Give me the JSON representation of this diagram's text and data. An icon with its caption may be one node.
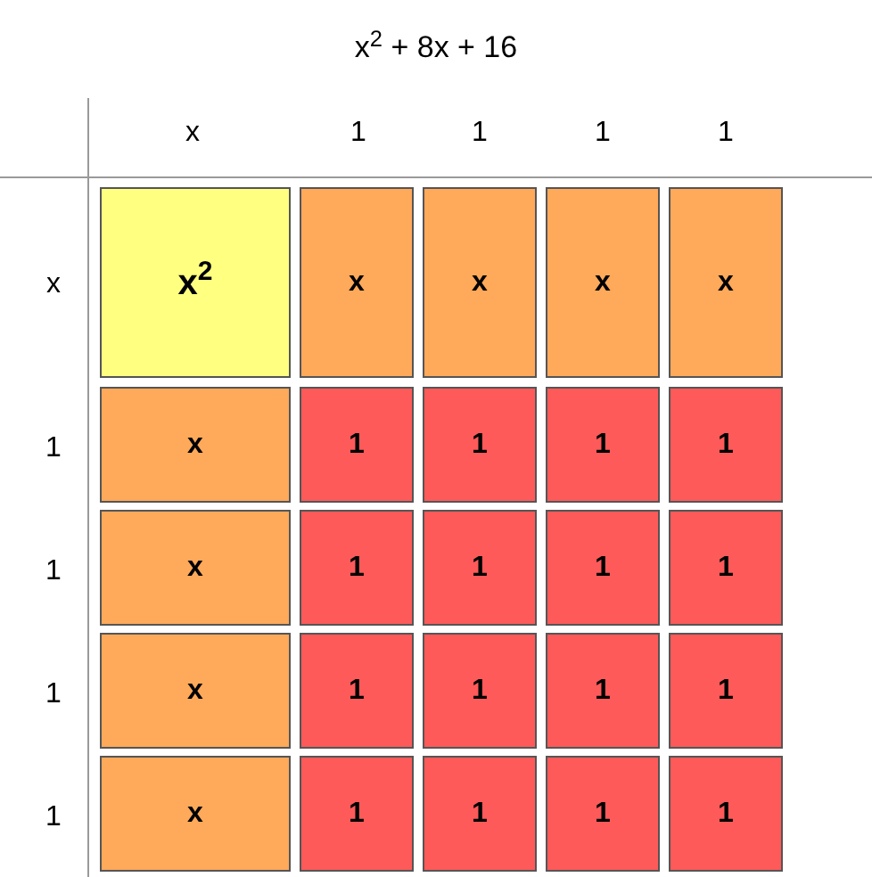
{
  "diagram": {
    "title": "x$^{2}$ + 8x + 16",
    "nodes": [
      {
        "text": [
          "x$^{2}$"
        ]
      },
      {
        "text": [
          "x"
        ]
      },
      {
        "text": [
          "x"
        ]
      },
      {
        "text": [
          "x"
        ]
      },
      {
        "text": [
          "x"
        ]
      },
      {
        "text": [
          "x"
        ]
      },
      {
        "text": [
          "1"
        ]
      },
      {
        "text": [
          "1"
        ]
      },
      {
        "text": [
          "1"
        ]
      },
      {
        "text": [
          "1"
        ]
      },
      {
        "text": [
          "x"
        ]
      },
      {
        "text": [
          "1"
        ]
      },
      {
        "text": [
          "1"
        ]
      },
      {
        "text": [
          "1"
        ]
      },
      {
        "text": [
          "1"
        ]
      },
      {
        "text": [
          "x"
        ]
      },
      {
        "text": [
          "1"
        ]
      },
      {
        "text": [
          "1"
        ]
      },
      {
        "text": [
          "1"
        ]
      },
      {
        "text": [
          "1"
        ]
      },
      {
        "text": [
          "x"
        ]
      },
      {
        "text": [
          "1"
        ]
      },
      {
        "text": [
          "1"
        ]
      },
      {
        "text": [
          "1"
        ]
      },
      {
        "text": [
          "1"
        ]
      }
    ],
    "labels": [
      "x",
      "1",
      "1",
      "1",
      "1",
      "x",
      "1",
      "1",
      "1",
      "1"
    ]
  }
}
